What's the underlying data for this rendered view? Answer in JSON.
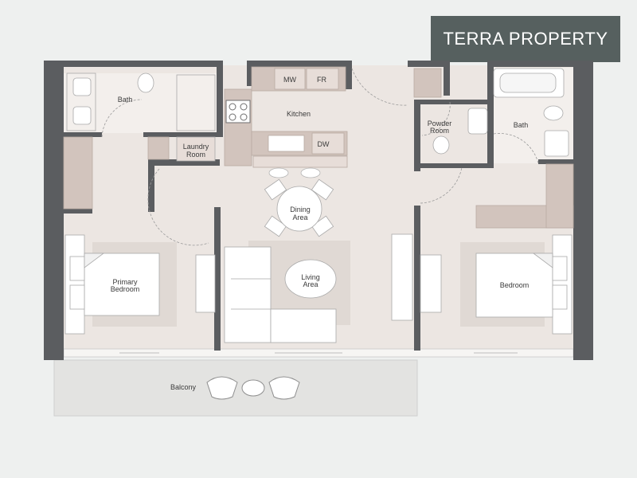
{
  "brand": {
    "name": "TERRA PROPERTY"
  },
  "plan": {
    "rooms": {
      "bath_left": "Bath",
      "kitchen": "Kitchen",
      "mw": "MW",
      "fr": "FR",
      "dw": "DW",
      "laundry_1": "Laundry",
      "laundry_2": "Room",
      "powder_1": "Powder",
      "powder_2": "Room",
      "bath_right": "Bath",
      "dining_1": "Dining",
      "dining_2": "Area",
      "living_1": "Living",
      "living_2": "Area",
      "primary_1": "Primary",
      "primary_2": "Bedroom",
      "bedroom": "Bedroom",
      "balcony": "Balcony"
    },
    "colors": {
      "wall": "#5b5d60",
      "floor": "#ece6e2",
      "cabinet": "#d2c4bd",
      "furniture": "#ffffff",
      "rug": "#e0d9d4",
      "balcony": "#e3e3e1"
    }
  }
}
